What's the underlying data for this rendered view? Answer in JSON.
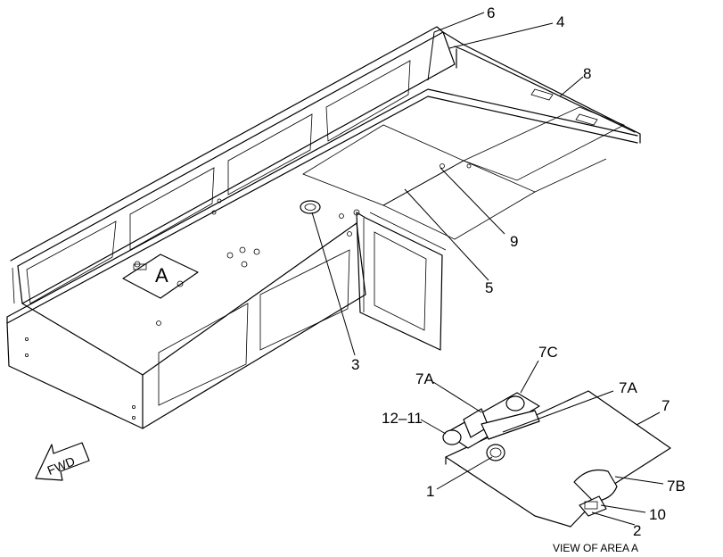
{
  "callouts": {
    "c6": "6",
    "c4": "4",
    "c8": "8",
    "c9": "9",
    "c5": "5",
    "c3": "3",
    "c7a_left": "7A",
    "c7c": "7C",
    "c7a_right": "7A",
    "c7": "7",
    "c12_11": "12–11",
    "c7b": "7B",
    "c10": "10",
    "c2": "2",
    "c1": "1"
  },
  "area_label": "A",
  "fwd_label": "FWD",
  "caption": "VIEW OF AREA A"
}
